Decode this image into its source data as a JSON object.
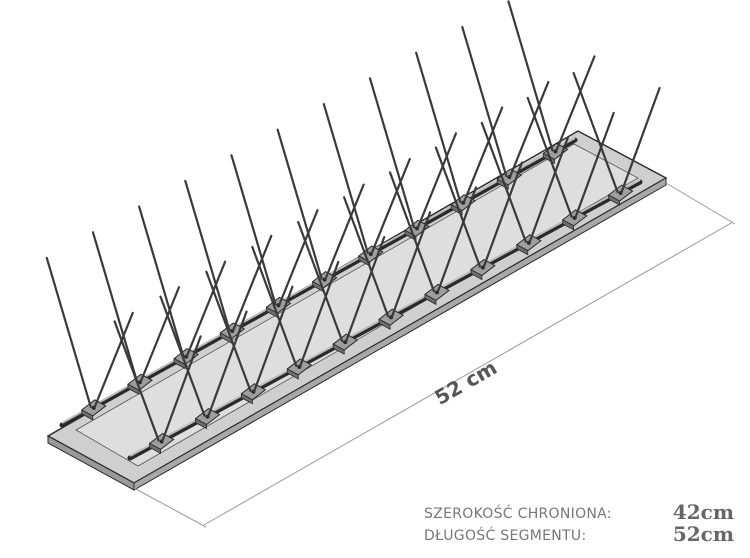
{
  "diagram": {
    "dimension_label": "52 cm"
  },
  "specs": [
    {
      "label": "SZEROKOŚĆ CHRONIONA:",
      "value": "42cm"
    },
    {
      "label": "DŁUGOŚĆ SEGMENTU:",
      "value": "52cm"
    }
  ],
  "colors": {
    "base_fill": "#c8c8c8",
    "outline": "#2a2a2a",
    "spike": "#3a3a3a",
    "dimension_line": "#9a9a9a",
    "text": "#777777"
  }
}
